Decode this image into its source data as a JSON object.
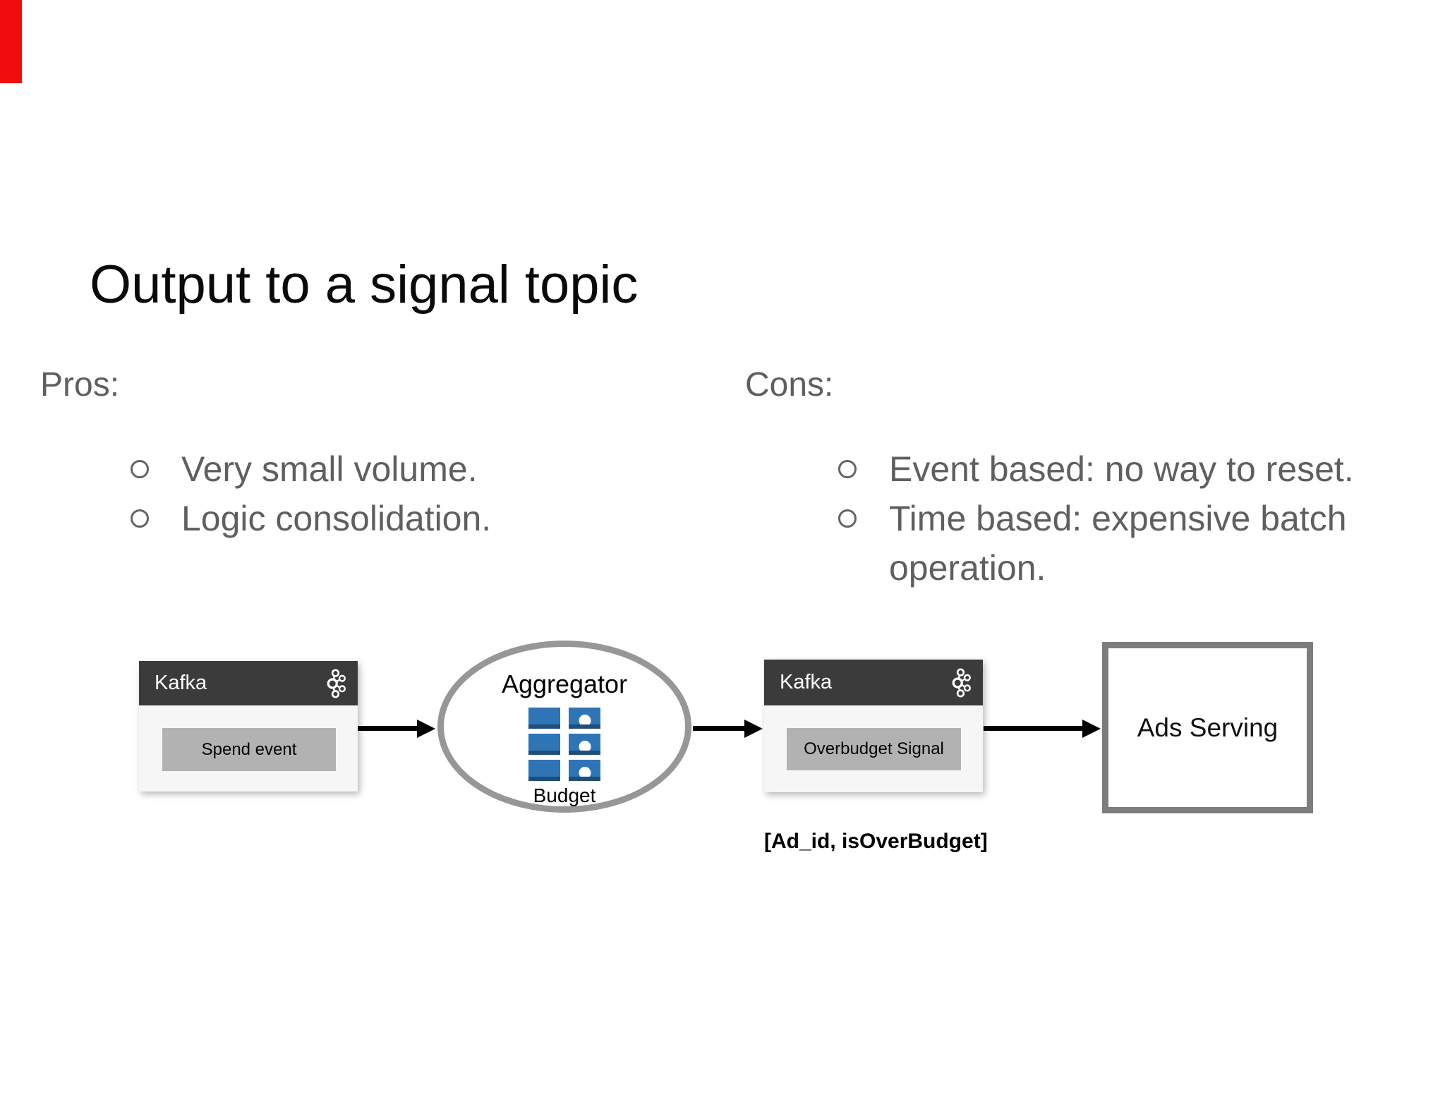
{
  "slide": {
    "title": "Output to a signal topic",
    "pros": {
      "label": "Pros:",
      "items": [
        "Very small volume.",
        "Logic consolidation."
      ]
    },
    "cons": {
      "label": "Cons:",
      "items": [
        "Event based: no way to reset.",
        "Time based: expensive batch operation."
      ]
    }
  },
  "diagram": {
    "kafka_source": {
      "name": "Kafka",
      "topic": "Spend event"
    },
    "aggregator": {
      "name": "Aggregator",
      "store": "Budget"
    },
    "kafka_signal": {
      "name": "Kafka",
      "topic": "Overbudget Signal"
    },
    "signal_schema": "[Ad_id, isOverBudget]",
    "consumer": {
      "name": "Ads Serving"
    },
    "icons": {
      "kafka_logo": "kafka-logo-icon",
      "budget_table": "budget-table-icon",
      "bullet": "hollow-circle-bullet"
    },
    "colors": {
      "marker_red": "#f10d0d",
      "kafka_header_gray": "#3b3b3b",
      "topic_bar_gray": "#b2b2b2",
      "node_body_gray": "#f6f6f6",
      "ellipse_border_gray": "#979797",
      "ads_border_gray": "#7d7d7d",
      "table_blue": "#2e75b6",
      "table_blue_dark": "#1f4e79",
      "body_text_gray": "#5f5f5f",
      "arrow_black": "#000000"
    }
  }
}
